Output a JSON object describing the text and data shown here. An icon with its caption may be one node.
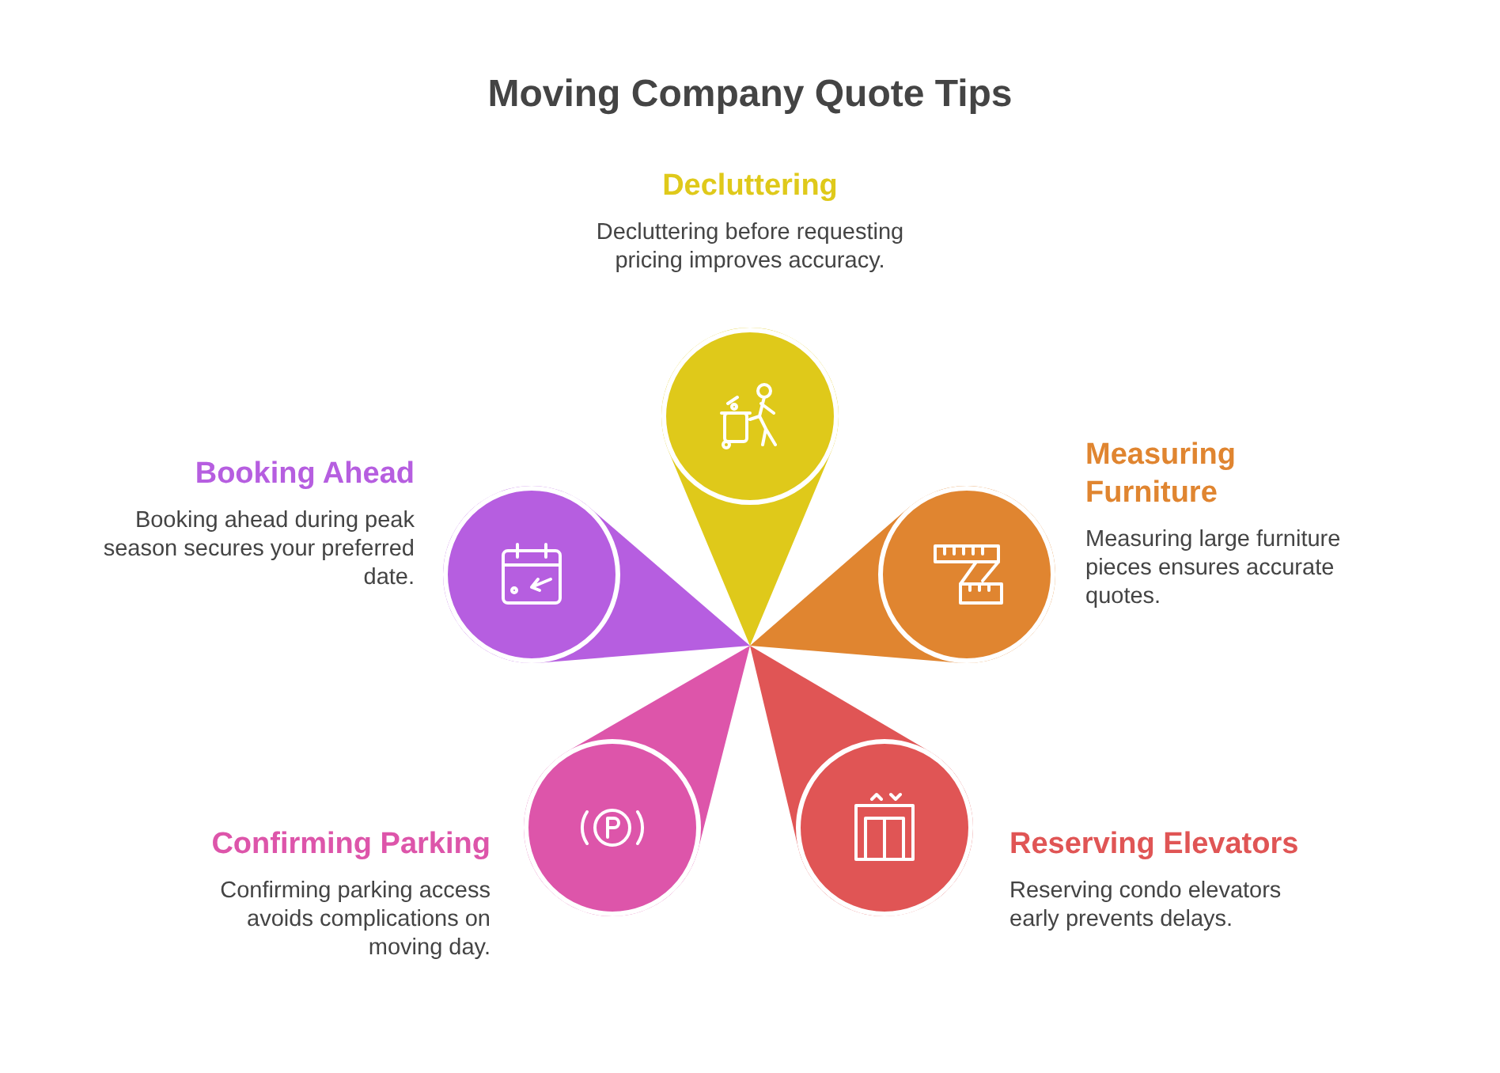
{
  "diagram": {
    "title": "Moving Company Quote Tips",
    "nodes": [
      {
        "text": [
          "Decluttering",
          "Decluttering before requesting pricing improves accuracy."
        ]
      },
      {
        "text": [
          "Measuring Furniture",
          "Measuring large furniture pieces ensures accurate quotes."
        ]
      },
      {
        "text": [
          "Reserving Elevators",
          "Reserving condo elevators early prevents delays."
        ]
      },
      {
        "text": [
          "Confirming Parking",
          "Confirming parking access avoids complications on moving day."
        ]
      },
      {
        "text": [
          "Booking Ahead",
          "Booking ahead during peak season secures your preferred date."
        ]
      }
    ],
    "edges": []
  }
}
